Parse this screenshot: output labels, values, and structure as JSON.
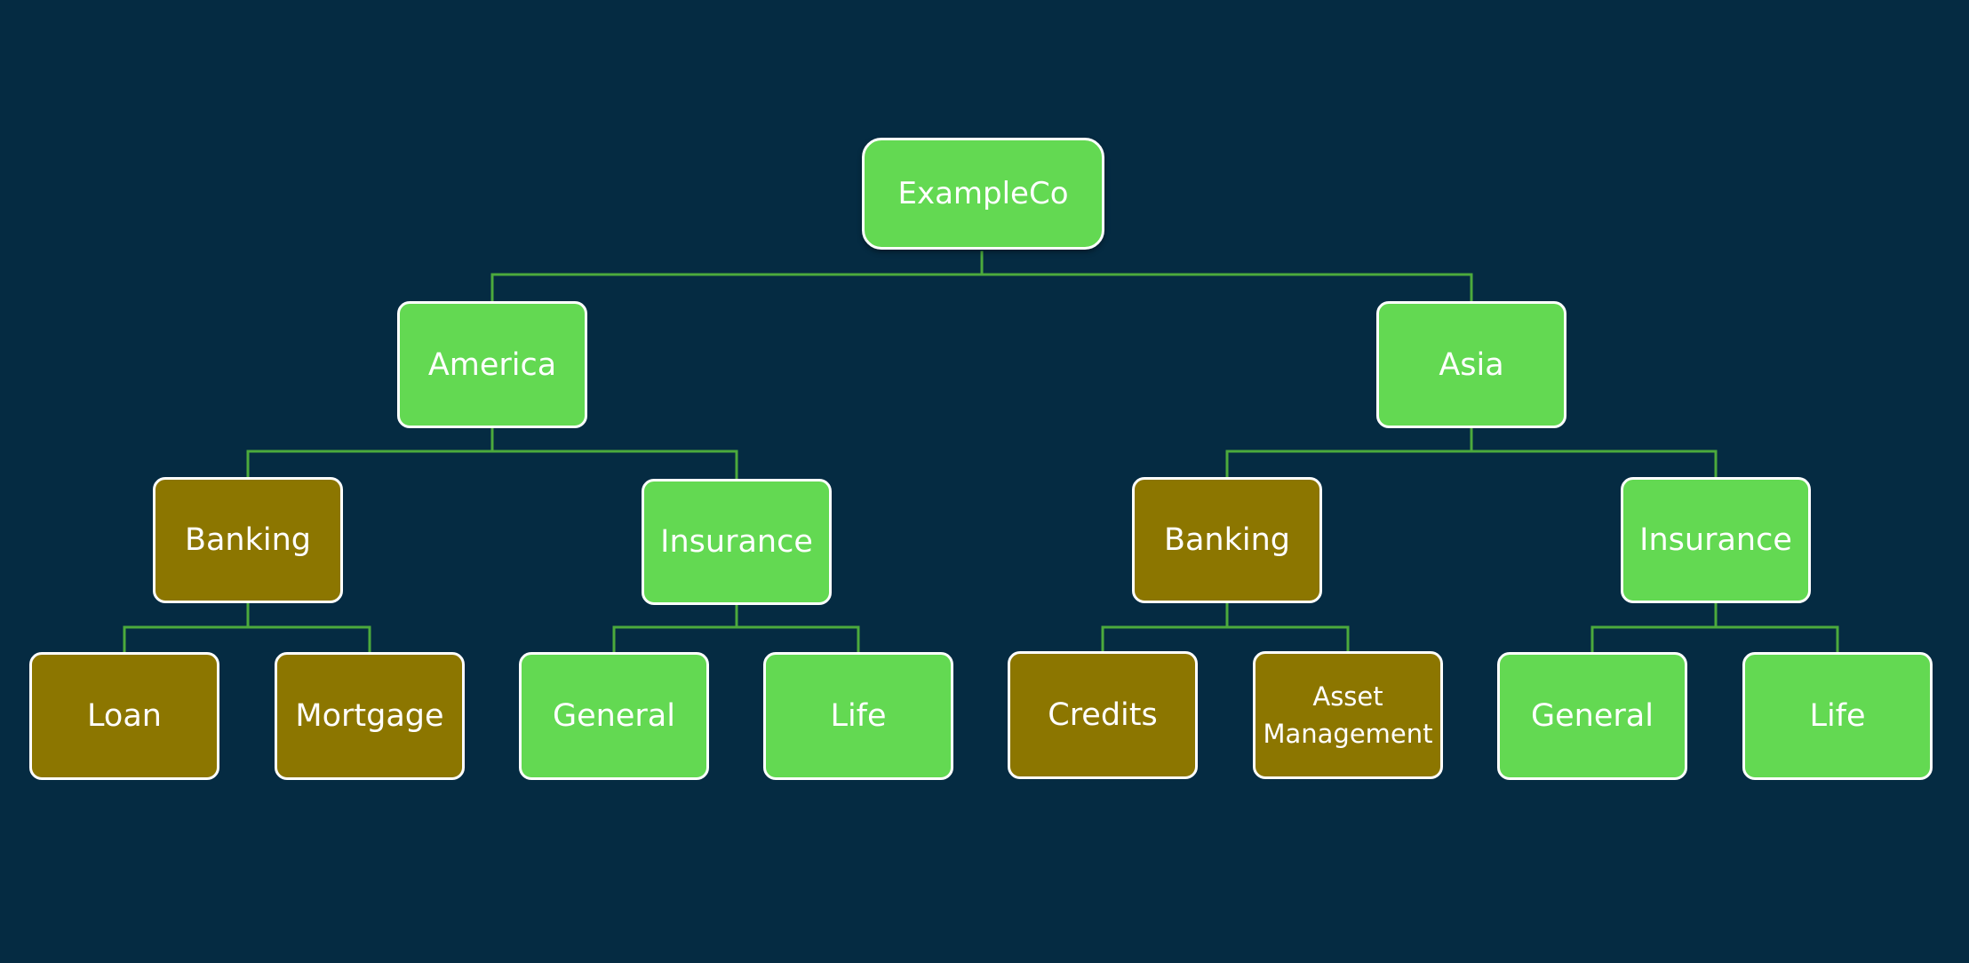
{
  "colors": {
    "background": "#052b42",
    "connector": "#4caa3c",
    "node_green": "#63d952",
    "node_olive": "#8c7600",
    "node_border": "#ffffff",
    "text": "#ffffff"
  },
  "org_chart": {
    "root": {
      "label": "ExampleCo",
      "color": "green"
    },
    "regions": [
      {
        "label": "America",
        "color": "green",
        "divisions": [
          {
            "label": "Banking",
            "color": "olive",
            "units": [
              {
                "label": "Loan",
                "color": "olive"
              },
              {
                "label": "Mortgage",
                "color": "olive"
              }
            ]
          },
          {
            "label": "Insurance",
            "color": "green",
            "units": [
              {
                "label": "General",
                "color": "green"
              },
              {
                "label": "Life",
                "color": "green"
              }
            ]
          }
        ]
      },
      {
        "label": "Asia",
        "color": "green",
        "divisions": [
          {
            "label": "Banking",
            "color": "olive",
            "units": [
              {
                "label": "Credits",
                "color": "olive"
              },
              {
                "label": "Asset Management",
                "color": "olive"
              }
            ]
          },
          {
            "label": "Insurance",
            "color": "green",
            "units": [
              {
                "label": "General",
                "color": "green"
              },
              {
                "label": "Life",
                "color": "green"
              }
            ]
          }
        ]
      }
    ]
  }
}
